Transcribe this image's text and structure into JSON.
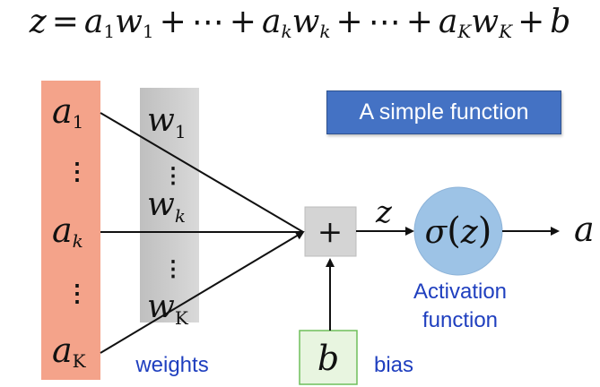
{
  "formula": {
    "z": "z",
    "eq": "=",
    "a": "a",
    "w": "w",
    "sub_1": "1",
    "sub_k": "k",
    "sub_K": "K",
    "plus": "+",
    "dots": "⋯",
    "b": "b"
  },
  "title_badge": "A simple function",
  "inputs": {
    "a1": {
      "base": "a",
      "sub": "1"
    },
    "ak": {
      "base": "a",
      "sub": "k"
    },
    "aK": {
      "base": "a",
      "sub": "K"
    },
    "vdots": "⋮"
  },
  "weights_col": {
    "w1": {
      "base": "w",
      "sub": "1"
    },
    "wk": {
      "base": "w",
      "sub": "k"
    },
    "wK": {
      "base": "w",
      "sub": "K"
    },
    "vdots": "⋮"
  },
  "labels": {
    "weights": "weights",
    "bias": "bias",
    "activation_line1": "Activation",
    "activation_line2": "function"
  },
  "sum_node": "+",
  "bias_symbol": "b",
  "z_label": "z",
  "activation": {
    "sigma": "σ",
    "open": "(",
    "arg": "z",
    "close": ")"
  },
  "output": "a",
  "colors": {
    "inputs_column": "#f4a38a",
    "weights_column": "#c8c8c8",
    "sum_node": "#d4d4d4",
    "bias_box": "#e8f5e0",
    "bias_border": "#6fbf5a",
    "activation_circle": "#9dc3e6",
    "badge": "#4472c4",
    "label_blue": "#1f3fbf"
  }
}
